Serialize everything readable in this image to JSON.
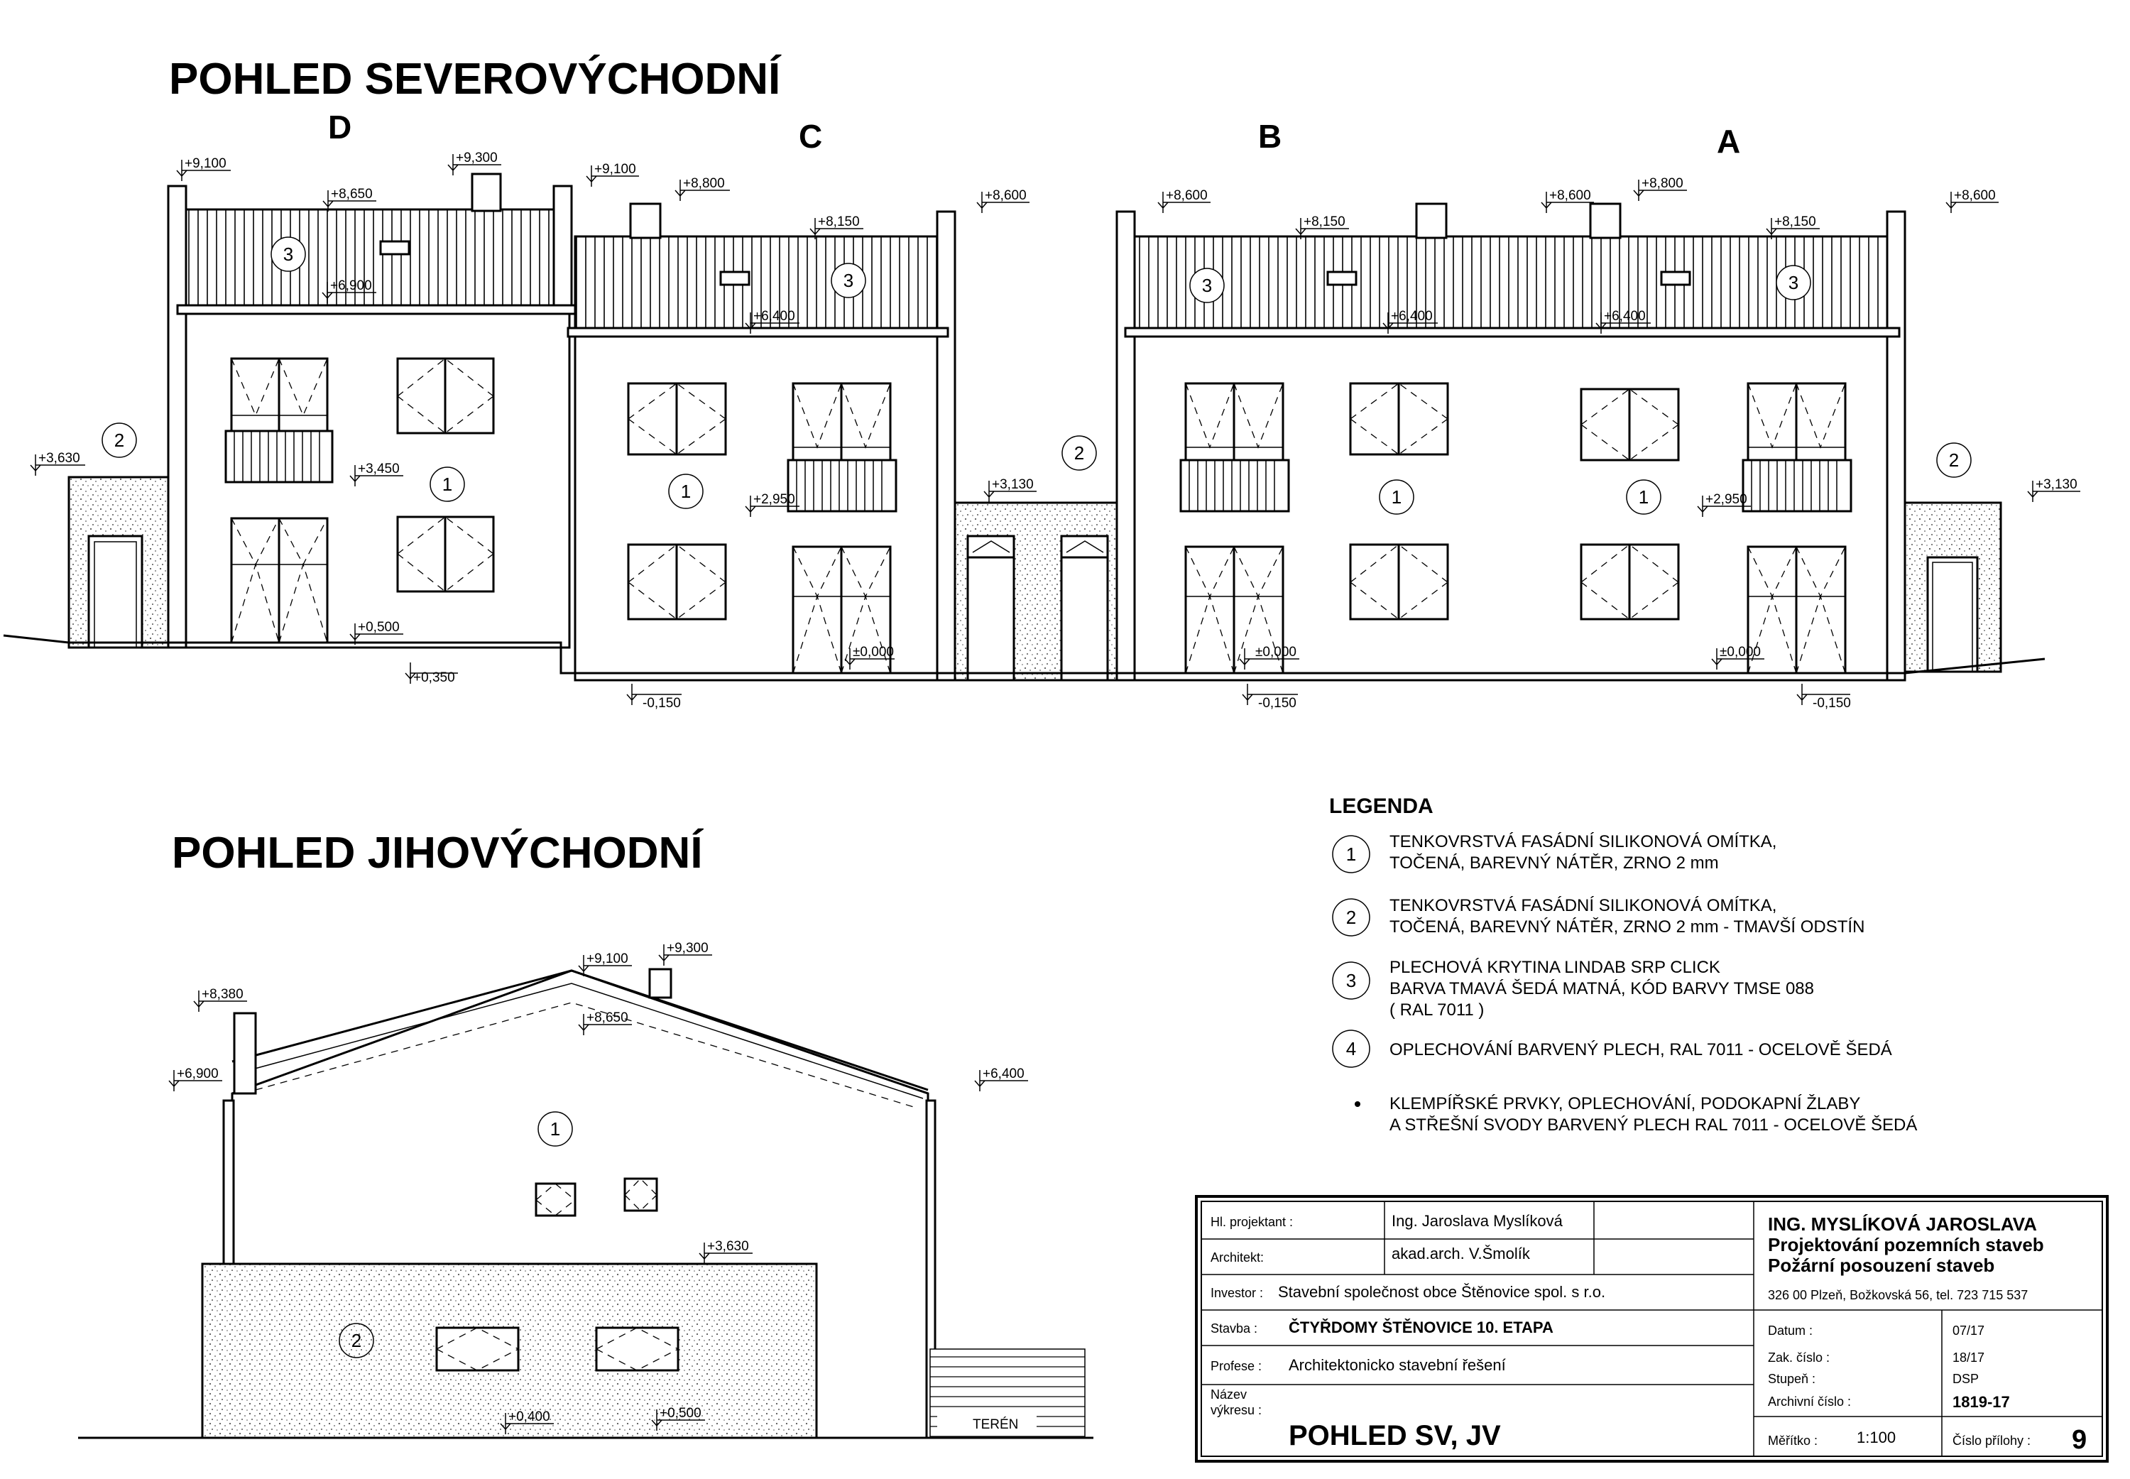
{
  "titles": {
    "north_east": "POHLED SEVEROVÝCHODNÍ",
    "south_east": "POHLED JIHOVÝCHODNÍ"
  },
  "units": [
    "D",
    "C",
    "B",
    "A"
  ],
  "levels": {
    "l9100": "+9,100",
    "l9300": "+9,300",
    "l8800": "+8,800",
    "l8650": "+8,650",
    "l8600": "+8,600",
    "l8380": "+8,380",
    "l8150": "+8,150",
    "l6900": "+6,900",
    "l6400": "+6,400",
    "l3630": "+3,630",
    "l3450": "+3,450",
    "l3130": "+3,130",
    "l2950": "+2,950",
    "l0500": "+0,500",
    "l0400": "+0,400",
    "l0350": "+0,350",
    "l0000": "±0,000",
    "lm0150": "-0,150"
  },
  "markers": {
    "m1": "1",
    "m2": "2",
    "m3": "3",
    "m4": "4"
  },
  "terrain_label": "TERÉN",
  "legend": {
    "heading": "LEGENDA",
    "items": [
      {
        "num": "1",
        "lines": [
          "TENKOVRSTVÁ FASÁDNÍ SILIKONOVÁ OMÍTKA,",
          "TOČENÁ, BAREVNÝ NÁTĚR, ZRNO 2 mm"
        ]
      },
      {
        "num": "2",
        "lines": [
          "TENKOVRSTVÁ FASÁDNÍ SILIKONOVÁ OMÍTKA,",
          "TOČENÁ, BAREVNÝ NÁTĚR, ZRNO 2 mm - TMAVŠÍ ODSTÍN"
        ]
      },
      {
        "num": "3",
        "lines": [
          "PLECHOVÁ KRYTINA LINDAB SRP CLICK",
          "BARVA TMAVÁ ŠEDÁ MATNÁ, KÓD BARVY TMSE 088",
          "( RAL 7011 )"
        ]
      },
      {
        "num": "4",
        "lines": [
          "OPLECHOVÁNÍ BARVENÝ PLECH,  RAL 7011 - OCELOVĚ ŠEDÁ"
        ]
      }
    ],
    "bullet_lines": [
      "KLEMPÍŘSKÉ PRVKY, OPLECHOVÁNÍ, PODOKAPNÍ ŽLABY",
      "A STŘEŠNÍ SVODY BARVENÝ PLECH RAL 7011 - OCELOVĚ ŠEDÁ"
    ]
  },
  "title_block": {
    "hl_projektant_label": "Hl. projektant :",
    "hl_projektant_value": "Ing. Jaroslava Myslíková",
    "architekt_label": "Architekt:",
    "architekt_value": "akad.arch. V.Šmolík",
    "investor_label": "Investor :",
    "investor_value": "Stavební společnost obce Štěnovice spol. s r.o.",
    "stavba_label": "Stavba :",
    "stavba_value": "ČTYŘDOMY ŠTĚNOVICE 10. ETAPA",
    "profese_label": "Profese :",
    "profese_value": "Architektonicko stavební řešení",
    "nazev_label_1": "Název",
    "nazev_label_2": "výkresu :",
    "nazev_value": "POHLED SV, JV",
    "company_1": "ING. MYSLÍKOVÁ  JAROSLAVA",
    "company_2": "Projektování pozemních staveb",
    "company_3": "Požární posouzení staveb",
    "company_address": "326 00 Plzeň, Božkovská 56, tel. 723 715 537",
    "datum_label": "Datum :",
    "datum_value": "07/17",
    "zak_label": "Zak. číslo :",
    "zak_value": "18/17",
    "stupen_label": "Stupeň :",
    "stupen_value": "DSP",
    "archivni_label": "Archivní číslo :",
    "archivni_value": "1819-17",
    "meritko_label": "Měřítko :",
    "meritko_value": "1:100",
    "cislo_label": "Číslo přílohy :",
    "cislo_value": "9"
  }
}
